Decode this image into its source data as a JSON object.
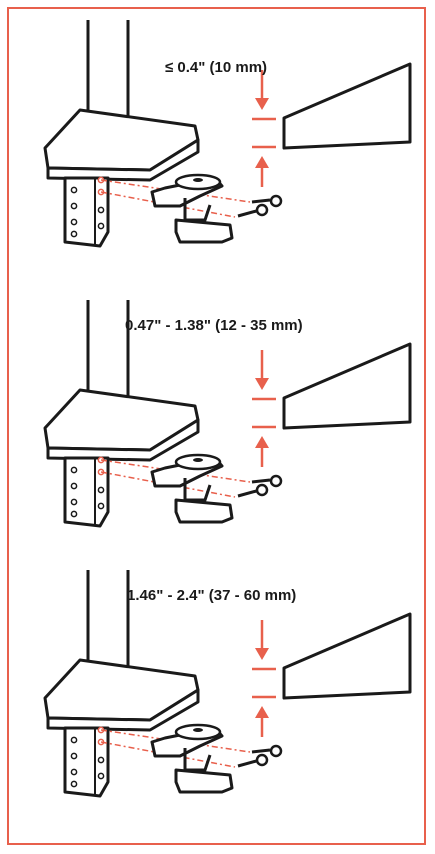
{
  "panels": [
    {
      "thickness_label": "≤ 0.4\" (10 mm)"
    },
    {
      "thickness_label": "0.47\" - 1.38\" (12 - 35 mm)"
    },
    {
      "thickness_label": "1.46\" - 2.4\" (37 - 60 mm)"
    }
  ],
  "colors": {
    "accent": "#e8604c",
    "line": "#1a1a1a",
    "fill": "#ffffff"
  }
}
